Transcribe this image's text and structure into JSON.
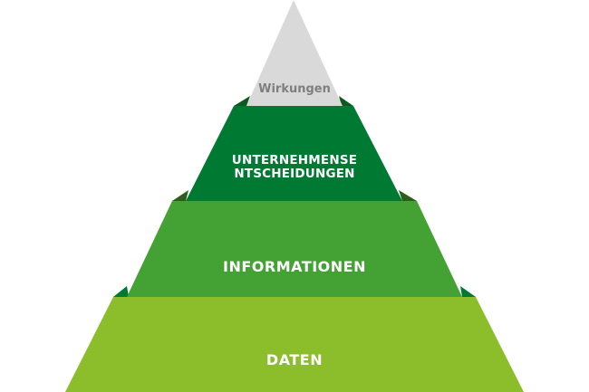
{
  "diagram": {
    "type": "pyramid",
    "levels": [
      {
        "order": 1,
        "label": "Wirkungen",
        "position": "top",
        "color": "#d9d9d9",
        "text_color": "#7f7f7f"
      },
      {
        "order": 2,
        "label": "UNTERNEHMENSE\nNTSCHEIDUNGEN",
        "position": "upper-middle",
        "color": "#007a33",
        "text_color": "#ffffff"
      },
      {
        "order": 3,
        "label": "INFORMATIONEN",
        "position": "lower-middle",
        "color": "#43a233",
        "text_color": "#ffffff"
      },
      {
        "order": 4,
        "label": "DATEN",
        "position": "base",
        "color": "#8cbd2b",
        "text_color": "#ffffff"
      }
    ],
    "shadow_colors": {
      "level2_edge": "#0b5a20",
      "level3_edge": "#2c5e1a",
      "level4_edge": "#007a33"
    }
  }
}
